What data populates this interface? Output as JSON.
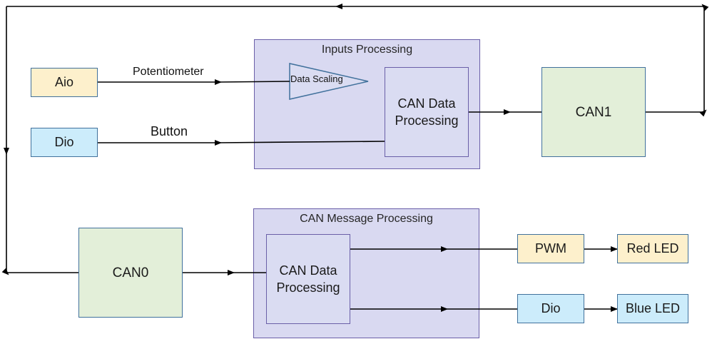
{
  "diagram": {
    "groups": {
      "inputs_processing": "Inputs Processing",
      "can_message_processing": "CAN Message Processing"
    },
    "blocks": {
      "aio": "Aio",
      "dio_in": "Dio",
      "data_scaling": "Data Scaling",
      "can_data_processing_top": "CAN Data\nProcessing",
      "can1": "CAN1",
      "can0": "CAN0",
      "can_data_processing_bottom": "CAN Data\nProcessing",
      "pwm": "PWM",
      "dio_out": "Dio",
      "red_led": "Red LED",
      "blue_led": "Blue LED"
    },
    "signals": {
      "potentiometer": "Potentiometer",
      "button": "Button"
    },
    "colors": {
      "yellow_fill": "#fdf0cc",
      "blue_fill": "#ccecfb",
      "green_fill": "#e3efd9",
      "group_fill": "#d9d9f1",
      "box_border": "#41719c",
      "group_border": "#6a5fa8",
      "wire": "#000000"
    }
  }
}
